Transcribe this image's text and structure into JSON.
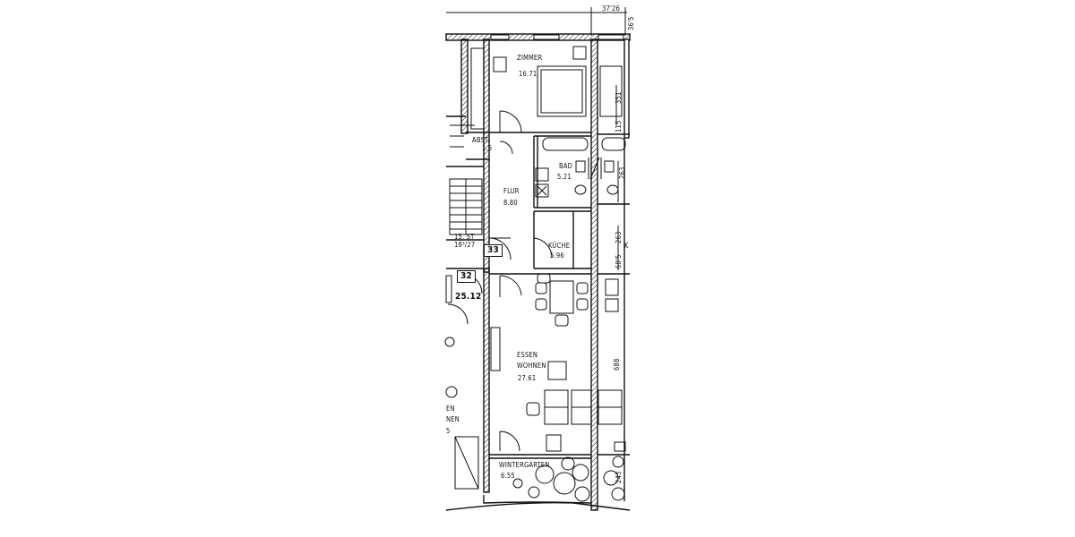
{
  "plan": {
    "top_dimension": "37'26",
    "top_right_dimension": "36'5",
    "rooms": {
      "zimmer": {
        "name": "ZIMMER",
        "area": "16.71"
      },
      "abst": {
        "name": "ABST.",
        "area": "1.5"
      },
      "bad": {
        "name": "BAD",
        "area": "5.21"
      },
      "flur": {
        "name": "FLUR",
        "area": "8.80"
      },
      "kueche": {
        "name": "KÜCHE",
        "area": "5.96"
      },
      "essen_wohnen": {
        "name_line1": "ESSEN",
        "name_line2": "WOHNEN",
        "area": "27.61"
      },
      "wintergarten": {
        "name": "WINTERGARTEN",
        "area": "6.55"
      }
    },
    "unit_numbers": {
      "unit_33": "33",
      "unit_32": "32"
    },
    "left_unit": {
      "area": "25.12",
      "stair_text_1": "15. ST",
      "stair_text_2": "18³/27",
      "frag_1": "EN",
      "frag_2": "NEN",
      "frag_3": "5"
    },
    "vertical_dims": {
      "d351": "351",
      "d115": "115",
      "d263a": "263",
      "d263b": "263",
      "d688": "688",
      "d605": "60'5",
      "d243": "243"
    },
    "right_fragment": "K"
  }
}
